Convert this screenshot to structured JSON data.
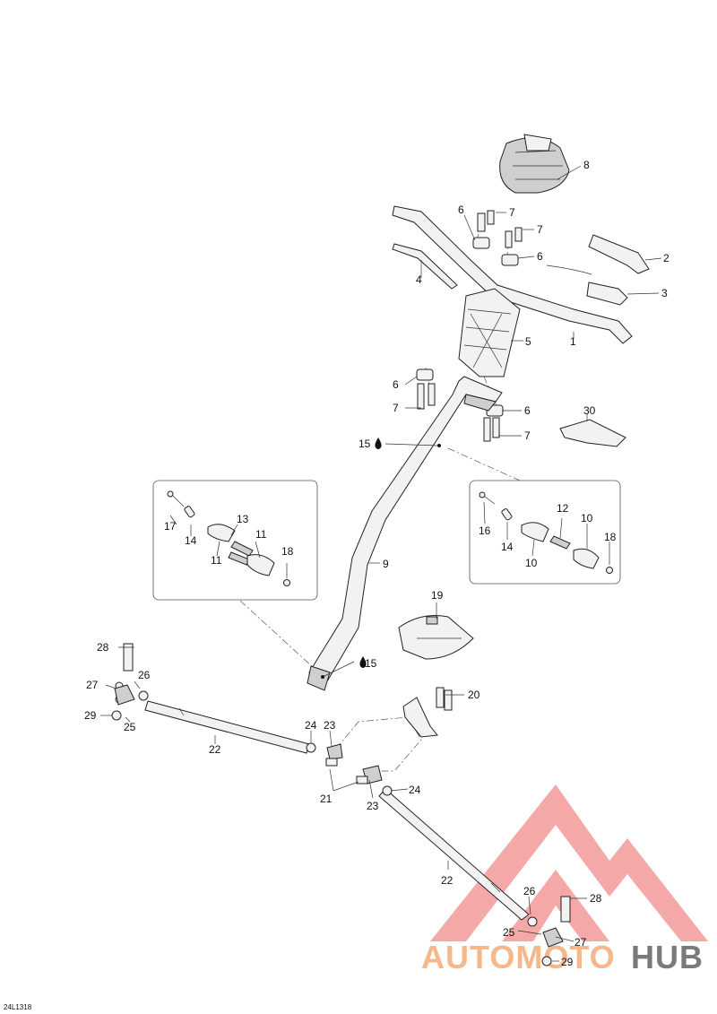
{
  "diagram_code": "24L1318",
  "watermark": {
    "part1": "AUTOMOTO",
    "part2": "HUB"
  },
  "callouts": {
    "c1": "1",
    "c2": "2",
    "c3": "3",
    "c4": "4",
    "c5": "5",
    "c6a": "6",
    "c6b": "6",
    "c6c": "6",
    "c6d": "6",
    "c7a": "7",
    "c7b": "7",
    "c7c": "7",
    "c7d": "7",
    "c8": "8",
    "c9": "9",
    "c10a": "10",
    "c10b": "10",
    "c11a": "11",
    "c11b": "11",
    "c12": "12",
    "c13": "13",
    "c14a": "14",
    "c14b": "14",
    "c15a": "15",
    "c15b": "15",
    "c16": "16",
    "c17": "17",
    "c18a": "18",
    "c18b": "18",
    "c19": "19",
    "c20": "20",
    "c21": "21",
    "c22a": "22",
    "c22b": "22",
    "c23a": "23",
    "c23b": "23",
    "c24a": "24",
    "c24b": "24",
    "c25a": "25",
    "c25b": "25",
    "c26a": "26",
    "c26b": "26",
    "c27a": "27",
    "c27b": "27",
    "c28a": "28",
    "c28b": "28",
    "c29a": "29",
    "c29b": "29",
    "c30": "30"
  }
}
